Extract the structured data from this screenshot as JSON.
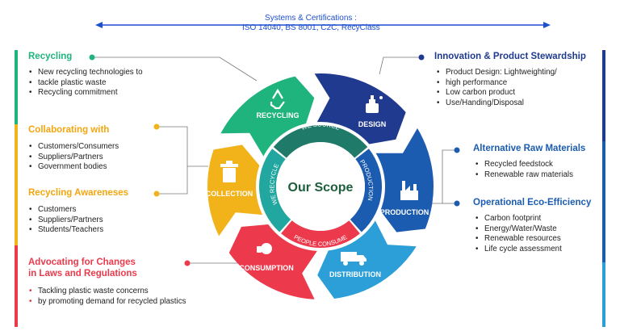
{
  "systems": {
    "title": "Systems & Certifications :",
    "list": "ISO 14040, BS 8001, C2C, RecyClass"
  },
  "center": {
    "title": "Our Scope"
  },
  "segments": {
    "recycling": "RECYCLING",
    "design": "DESIGN",
    "production": "PRODUCTION",
    "distribution": "DISTRIBUTION",
    "consumption": "CONSUMPTION",
    "collection": "COLLECTION"
  },
  "inner_ring": {
    "we_source": "WE SOURCE",
    "production": "PRODUCTION",
    "people_consume": "PEOPLE CONSUME",
    "we_recycle": "WE RECYCLE"
  },
  "left_panel": {
    "recycling": {
      "title": "Recycling",
      "items": [
        "New recycling technologies to",
        "tackle plastic waste",
        "Recycling commitment"
      ]
    },
    "collaborating": {
      "title": "Collaborating with",
      "items": [
        "Customers/Consumers",
        "Suppliers/Partners",
        "Government bodies"
      ]
    },
    "awareness": {
      "title": "Recycling Awareneses",
      "items": [
        "Customers",
        "Suppliers/Partners",
        "Students/Teachers"
      ]
    },
    "advocating": {
      "title_line1": "Advocating for Changes",
      "title_line2": "in Laws and Regulations",
      "items": [
        "Tackling plastic waste concerns",
        "by promoting demand for recycled plastics"
      ]
    }
  },
  "right_panel": {
    "innovation": {
      "title": "Innovation & Product Stewardship",
      "items": [
        "Product Design: Lightweighting/",
        "high performance",
        "Low carbon product",
        "Use/Handing/Disposal"
      ]
    },
    "raw_materials": {
      "title": "Alternative Raw Materials",
      "items": [
        "Recycled feedstock",
        "Renewable raw materials"
      ]
    },
    "eco_efficiency": {
      "title": "Operational Eco-Efficiency",
      "items": [
        "Carbon footprint",
        "Energy/Water/Waste",
        "Renewable resources",
        "Life cycle assessment"
      ]
    }
  },
  "colors": {
    "green": "#1fb47e",
    "navy": "#1f3a8f",
    "blue": "#1c5cb0",
    "light_blue": "#2c9fd9",
    "red": "#ec3a4c",
    "yellow": "#f2b31a",
    "teal": "#22a7a0",
    "arrow_blue": "#1d4fd1"
  }
}
